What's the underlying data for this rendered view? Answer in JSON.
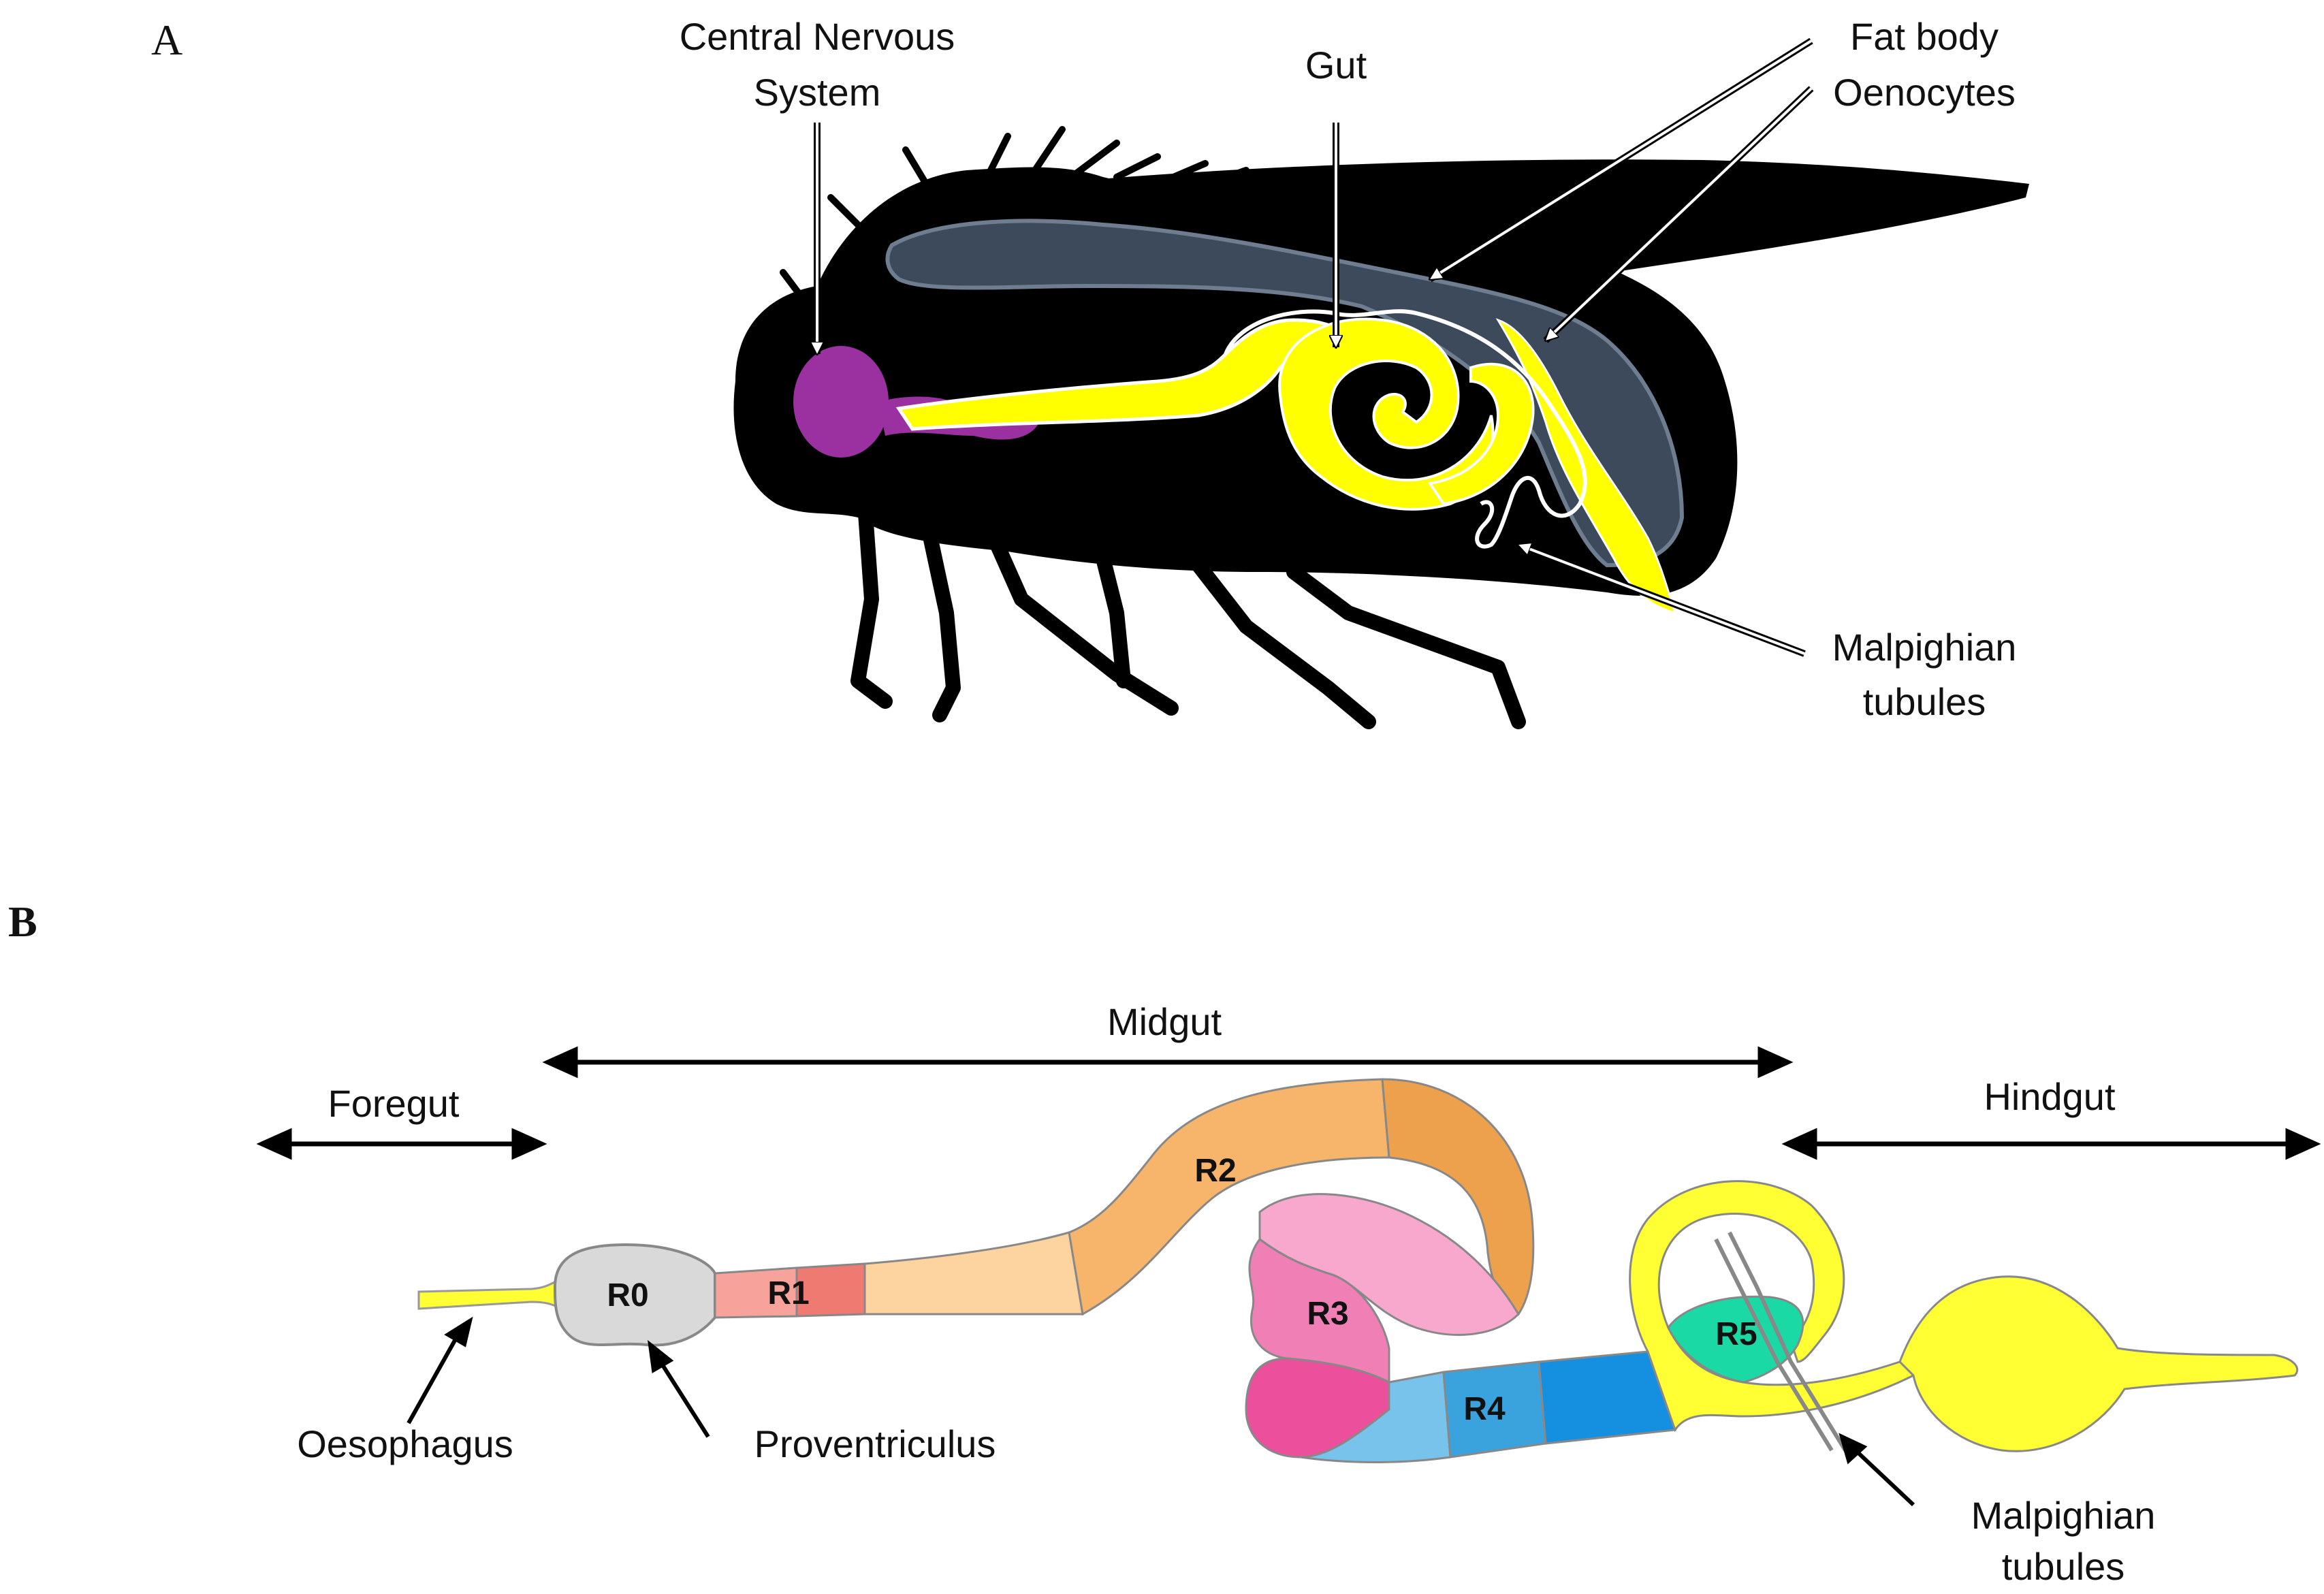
{
  "panel_a": {
    "letter": "A",
    "labels": {
      "cns_line1": "Central Nervous",
      "cns_line2": "System",
      "gut": "Gut",
      "fat_body": "Fat body",
      "oenocytes": "Oenocytes",
      "malpighian_line1": "Malpighian",
      "malpighian_line2": "tubules"
    },
    "colors": {
      "body": "#000000",
      "fat_body": "#3d4a5c",
      "gut": "#ffff00",
      "cns": "#9b30a0",
      "tubules": "#ffffff"
    }
  },
  "panel_b": {
    "letter": "B",
    "sections": {
      "foregut": "Foregut",
      "midgut": "Midgut",
      "hindgut": "Hindgut"
    },
    "regions": [
      "R0",
      "R1",
      "R2",
      "R3",
      "R4",
      "R5"
    ],
    "labels": {
      "oesophagus": "Oesophagus",
      "proventriculus": "Proventriculus",
      "malpighian_line1": "Malpighian",
      "malpighian_line2": "tubules"
    },
    "colors": {
      "oesophagus": "#ffff33",
      "r0": "#d9d9d9",
      "r1": "#ee7a72",
      "r2_light": "#fdd3a0",
      "r2": "#f7b56b",
      "r2_dark": "#eea14c",
      "r3_light": "#f8a8cc",
      "r3": "#f07fb5",
      "r3_dark": "#ec4f9c",
      "r4_light": "#78c3ec",
      "r4": "#3aa3de",
      "r4_dark": "#1590e0",
      "r5": "#1bd9a5",
      "hindgut": "#ffff33"
    }
  }
}
